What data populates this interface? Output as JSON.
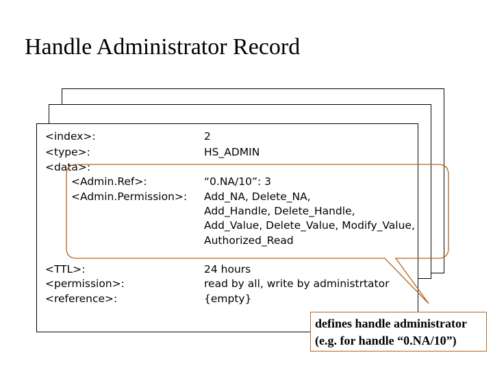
{
  "title": "Handle Administrator Record",
  "record": {
    "index_label": "<index>:",
    "index_value": "2",
    "type_label": "<type>:",
    "type_value": "HS_ADMIN",
    "data_label": "<data>:",
    "adminref_label": "<Admin.Ref>:",
    "adminref_value": "“0.NA/10”:   3",
    "adminperm_label": "<Admin.Permission>:",
    "perm_lines": [
      "Add_NA, Delete_NA,",
      "Add_Handle, Delete_Handle,",
      "Add_Value, Delete_Value, Modify_Value,",
      "Authorized_Read"
    ],
    "ttl_label": "<TTL>:",
    "ttl_value": "24 hours",
    "permission_label": "<permission>:",
    "permission_value": "read by all, write by administrtator",
    "reference_label": "<reference>:",
    "reference_value": "{empty}"
  },
  "callout": {
    "line1": "defines handle administrator",
    "line2": "(e.g. for handle “0.NA/10”)",
    "color": "#b5651d"
  }
}
